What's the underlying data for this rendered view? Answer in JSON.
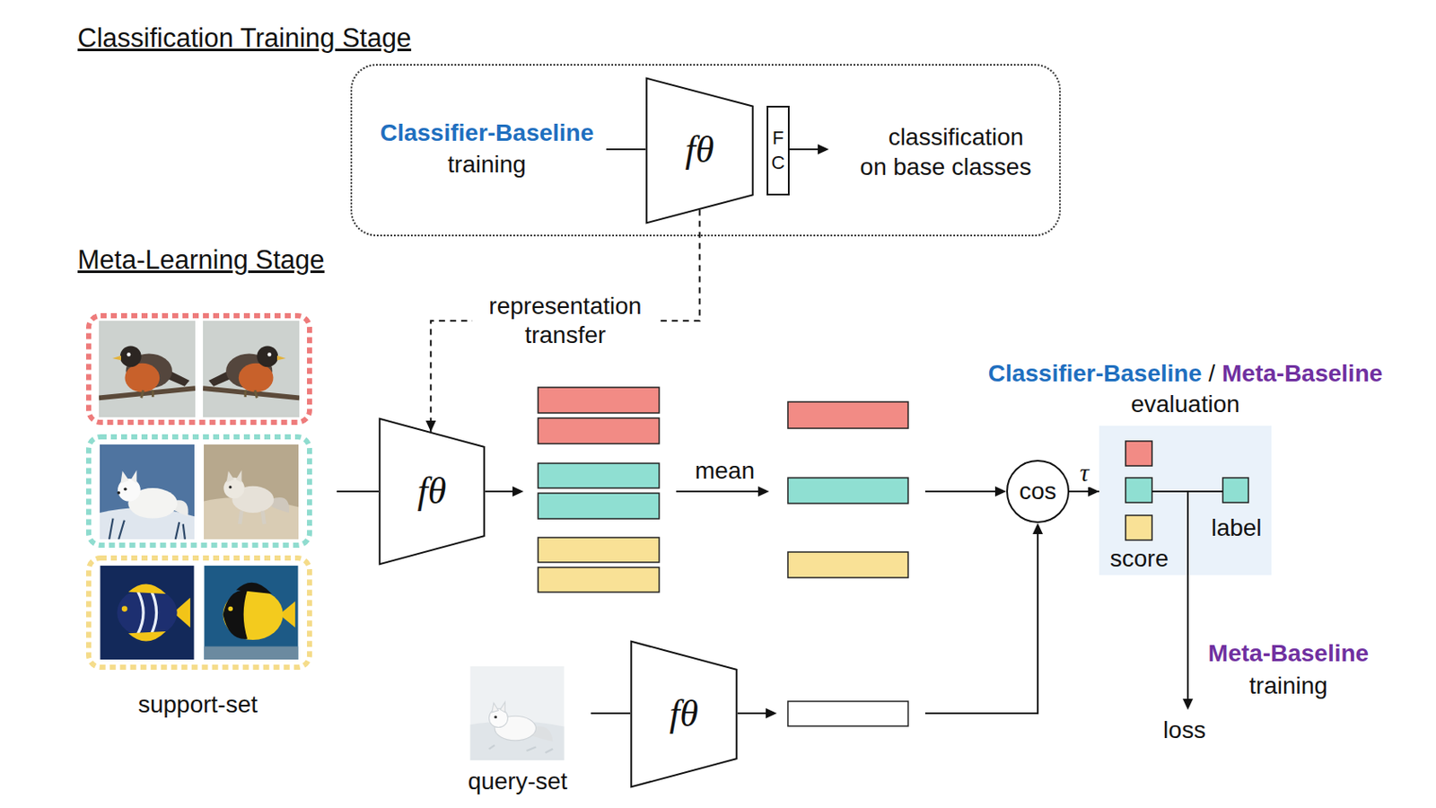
{
  "diagram": {
    "nodes": [
      {
        "text": [
          "Classifier-Baseline",
          "training",
          "classification on base classes"
        ]
      },
      {
        "text": [
          "fθ"
        ],
        "in": 0
      },
      {
        "text": [
          "F C"
        ],
        "in": 0
      },
      {
        "text": [
          "fθ"
        ]
      },
      {
        "text": [
          "fθ"
        ]
      },
      {
        "text": [
          "cos"
        ]
      },
      {
        "text": [
          "Classifier-Baseline",
          "/",
          "Meta-Baseline",
          "evaluation",
          "score",
          "label"
        ]
      }
    ],
    "edges": [
      {
        "from": 1,
        "to": 3,
        "arrow": "to",
        "label": "representation transfer"
      },
      {
        "from": 5,
        "to": 6,
        "arrow": "to",
        "label": "τ"
      }
    ],
    "labels": [
      "Classification Training Stage",
      "Meta-Learning Stage",
      "support-set",
      "query-set",
      "mean",
      "Meta-Baseline",
      "training",
      "loss"
    ]
  }
}
